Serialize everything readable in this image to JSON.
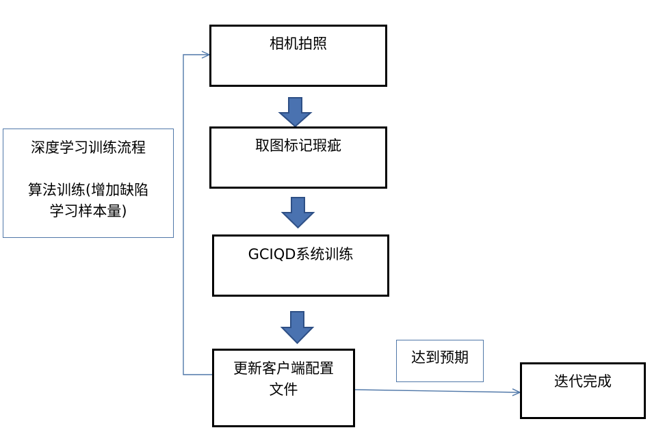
{
  "side_box": {
    "line1": "深度学习训练流程",
    "line2": "算法训练(增加缺陷",
    "line3": "学习样本量)"
  },
  "steps": {
    "step1": "相机拍照",
    "step2": "取图标记瑕疵",
    "step3": "GCIQD系统训练",
    "step4_line1": "更新客户端配置",
    "step4_line2": "文件"
  },
  "condition_label": "达到预期",
  "end_box": "迭代完成",
  "colors": {
    "box_border": "#000000",
    "side_border": "#4f77a8",
    "arrow_fill": "#4a72b0",
    "arrow_stroke": "#2e4f85",
    "connector": "#4f77a8"
  }
}
